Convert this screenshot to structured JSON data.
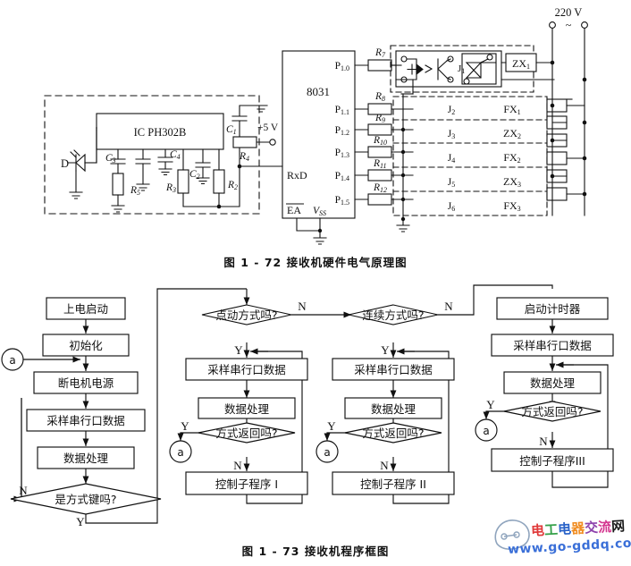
{
  "page": {
    "figure1_caption": "图 1 - 72   接收机硬件电气原理图",
    "figure2_caption": "图 1 - 73   接收机程序框图"
  },
  "watermark": {
    "chinese": "电工电器交流网",
    "url": "www.go-gddq.com"
  },
  "circuit": {
    "frontend": {
      "ic_label": "IC PH302B",
      "diode": "D",
      "components": [
        {
          "name": "C1",
          "base": "C",
          "sub": "1"
        },
        {
          "name": "C2",
          "base": "C",
          "sub": "2"
        },
        {
          "name": "C3",
          "base": "C",
          "sub": "3"
        },
        {
          "name": "C4",
          "base": "C",
          "sub": "4"
        },
        {
          "name": "R2",
          "base": "R",
          "sub": "2"
        },
        {
          "name": "R3",
          "base": "R",
          "sub": "3"
        },
        {
          "name": "R4",
          "base": "R",
          "sub": "4"
        },
        {
          "name": "R5",
          "base": "R",
          "sub": "5"
        }
      ],
      "supply_label": "+5 V"
    },
    "mcu": {
      "name": "8031",
      "pins_right": [
        "P1.0",
        "P1.1",
        "P1.2",
        "P1.3",
        "P1.4",
        "P1.5"
      ],
      "pin_rxd": "RxD",
      "pin_ea": "EA",
      "pin_vss": "Vss",
      "series_resistors": [
        "R7",
        "R8",
        "R9",
        "R10",
        "R11",
        "R12"
      ]
    },
    "opto_block": {
      "relay_label": "J1",
      "output_label": "ZX1"
    },
    "channels": [
      {
        "relay": "J2",
        "output": "FX1"
      },
      {
        "relay": "J3",
        "output": "ZX2"
      },
      {
        "relay": "J4",
        "output": "FX2"
      },
      {
        "relay": "J5",
        "output": "ZX3"
      },
      {
        "relay": "J6",
        "output": "FX3"
      }
    ],
    "mains": {
      "label": "220 V",
      "symbol": "~"
    }
  },
  "flowchart": {
    "left_branch": {
      "nodes": [
        "上电启动",
        "初始化",
        "断电机电源",
        "采样串行口数据",
        "数据处理"
      ],
      "decision": "是方式键吗?",
      "decision_yes": "Y",
      "decision_no": "N",
      "connector": "a"
    },
    "branches": [
      {
        "decision": "点动方式吗?",
        "decision_yes": "Y",
        "decision_no": "N",
        "nodes": [
          "采样串行口数据",
          "数据处理"
        ],
        "return_decision": "方式返回吗?",
        "return_yes": "Y",
        "return_no": "N",
        "connector": "a",
        "subroutine": "控制子程序 I"
      },
      {
        "decision": "连续方式吗?",
        "decision_yes": "Y",
        "decision_no": "N",
        "nodes": [
          "采样串行口数据",
          "数据处理"
        ],
        "return_decision": "方式返回吗?",
        "return_yes": "Y",
        "return_no": "N",
        "connector": "a",
        "subroutine": "控制子程序 II"
      },
      {
        "decision": "",
        "decision_yes": "",
        "decision_no": "",
        "start_node": "启动计时器",
        "nodes": [
          "采样串行口数据",
          "数据处理"
        ],
        "return_decision": "方式返回吗?",
        "return_yes": "Y",
        "return_no": "N",
        "connector": "a",
        "subroutine": "控制子程序III"
      }
    ]
  }
}
